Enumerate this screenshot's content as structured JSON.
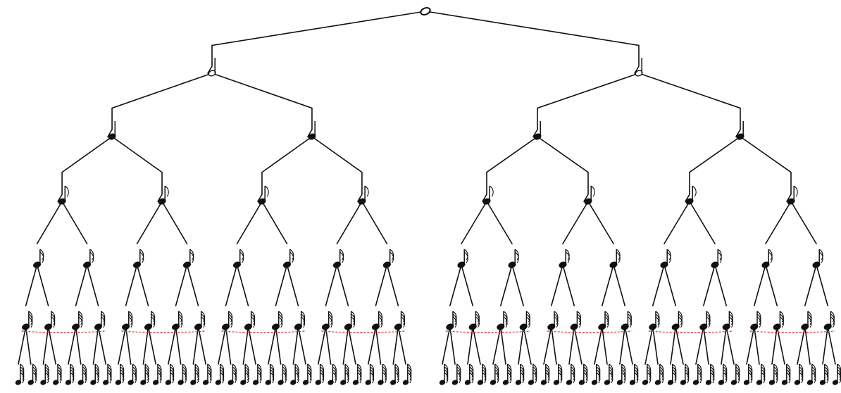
{
  "diagram": {
    "kind": "note-value-tree",
    "levels": [
      {
        "note": "whole-note",
        "filled": false,
        "stem": false,
        "flags": 0
      },
      {
        "note": "half-note",
        "filled": false,
        "stem": true,
        "flags": 0
      },
      {
        "note": "quarter-note",
        "filled": true,
        "stem": true,
        "flags": 0
      },
      {
        "note": "eighth-note",
        "filled": true,
        "stem": true,
        "flags": 1
      },
      {
        "note": "sixteenth-note",
        "filled": true,
        "stem": true,
        "flags": 2
      },
      {
        "note": "thirty-second-note",
        "filled": true,
        "stem": true,
        "flags": 3
      },
      {
        "note": "sixty-fourth-note",
        "filled": true,
        "stem": true,
        "flags": 4
      }
    ],
    "branching": 2,
    "leaf_count": 64,
    "colors": {
      "ink": "#111111",
      "tie": "#d8201f",
      "background": "#ffffff"
    }
  }
}
